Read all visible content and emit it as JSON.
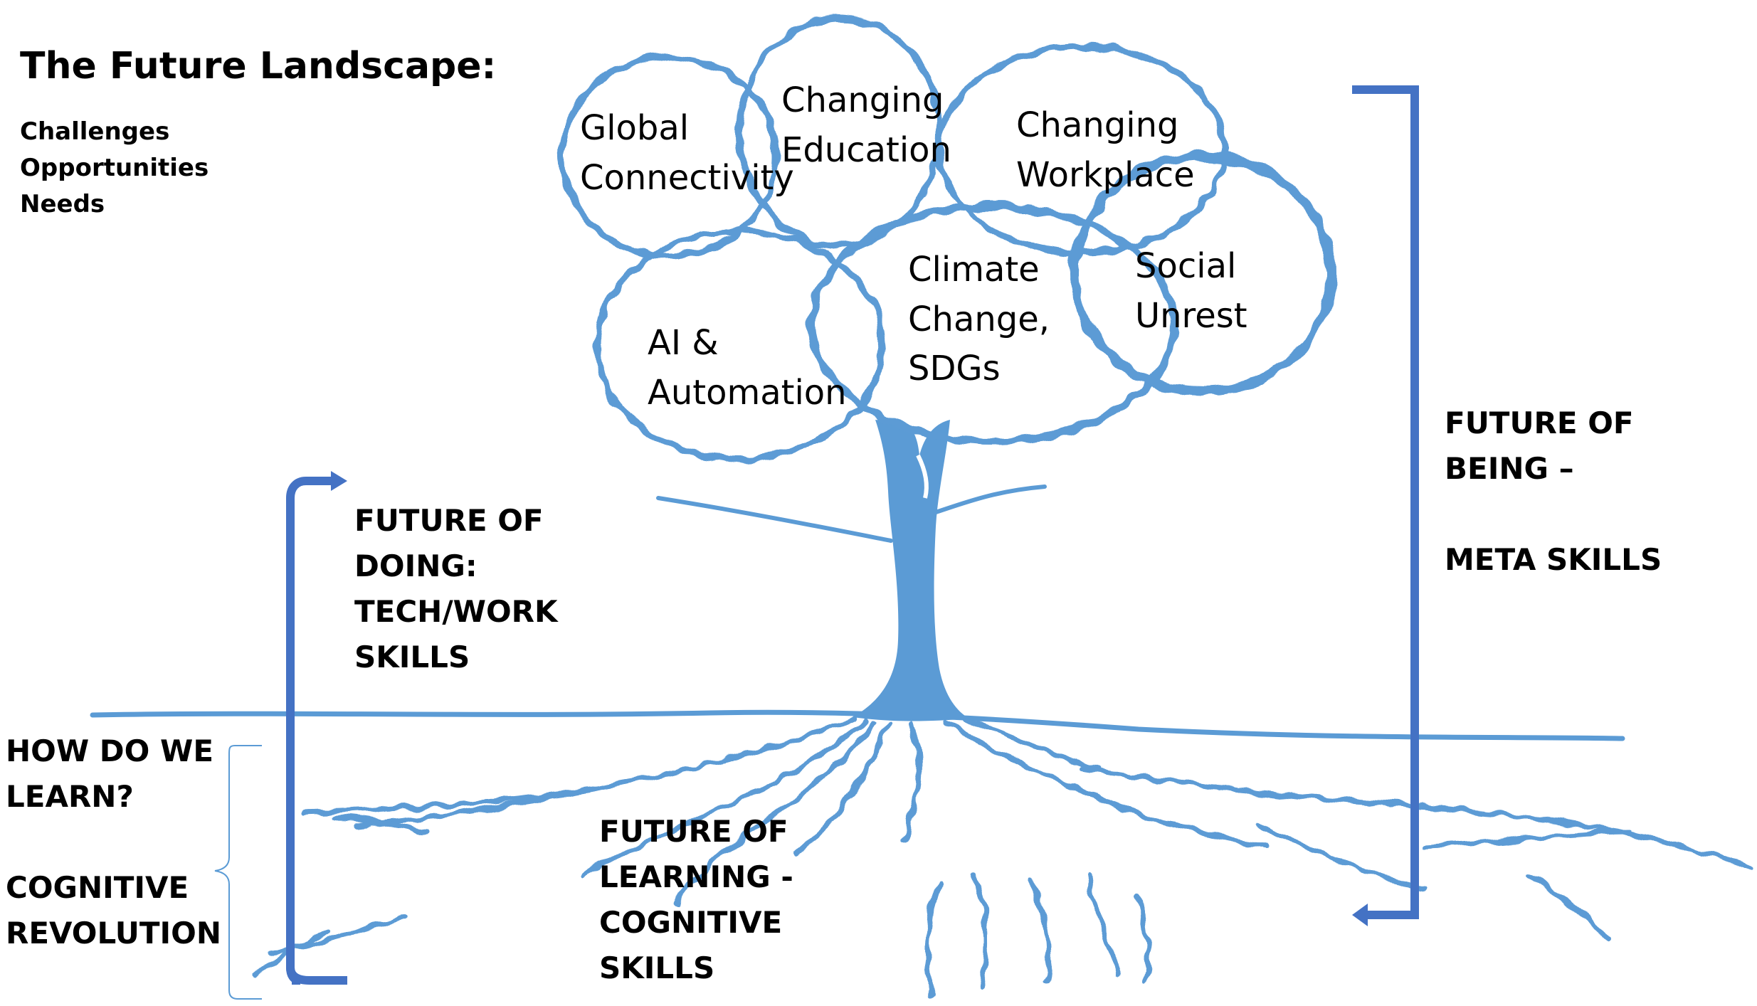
{
  "title": "The Future Landscape:",
  "subtitle_lines": [
    "Challenges",
    "Opportunities",
    "Needs"
  ],
  "clouds": [
    {
      "lines": [
        "Global",
        "Connectivity"
      ]
    },
    {
      "lines": [
        "Changing",
        "Education"
      ]
    },
    {
      "lines": [
        "Changing",
        "Workplace"
      ]
    },
    {
      "lines": [
        "AI &",
        "Automation"
      ]
    },
    {
      "lines": [
        "Climate",
        "Change,",
        "SDGs"
      ]
    },
    {
      "lines": [
        "Social",
        "Unrest"
      ]
    }
  ],
  "labels": {
    "future_of_doing": [
      "FUTURE OF",
      "DOING:",
      "TECH/WORK",
      "SKILLS"
    ],
    "future_of_being": [
      "FUTURE OF",
      "BEING –",
      "",
      "META SKILLS"
    ],
    "how_do_we_learn": [
      "HOW DO WE",
      "LEARN?",
      "",
      "COGNITIVE",
      "REVOLUTION"
    ],
    "future_of_learning": [
      "FUTURE OF",
      "LEARNING -",
      "COGNITIVE",
      "SKILLS"
    ]
  },
  "colors": {
    "tree": "#5b9bd5",
    "bracket": "#4472c4",
    "text": "#000000"
  }
}
